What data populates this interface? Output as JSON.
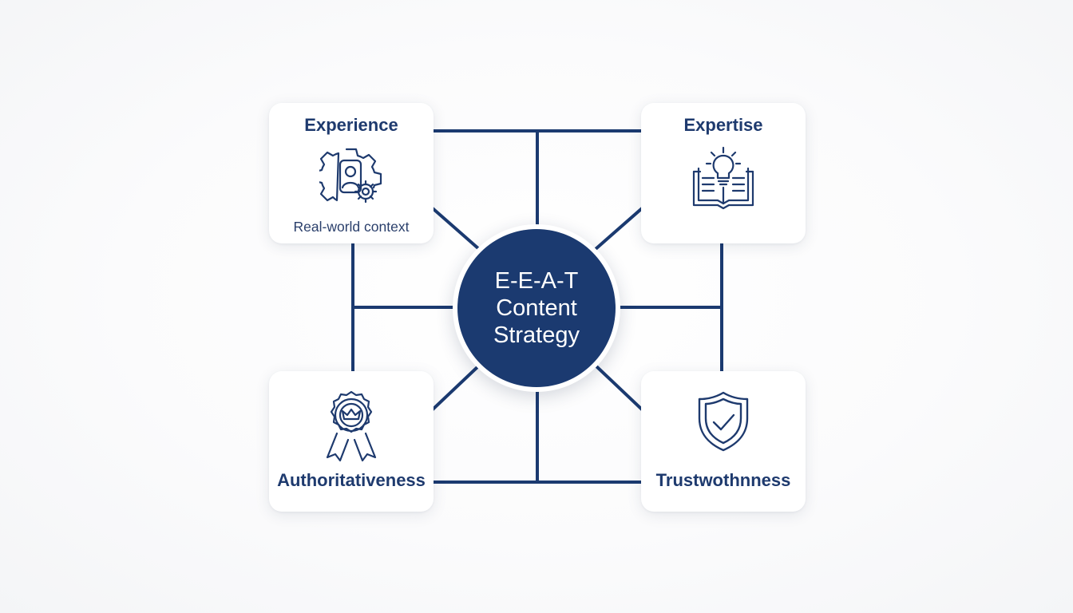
{
  "center": {
    "lines": [
      "E-E-A-T",
      "Content",
      "Strategy"
    ]
  },
  "cards": {
    "experience": {
      "title": "Experience",
      "subtitle": "Real-world context",
      "icon": "person-gear-icon"
    },
    "expertise": {
      "title": "Expertise",
      "icon": "book-lightbulb-icon"
    },
    "authoritativeness": {
      "title": "Authoritativeness",
      "icon": "award-badge-crown-icon"
    },
    "trustworthiness": {
      "title": "Trustwothnness",
      "icon": "shield-check-icon"
    }
  },
  "colors": {
    "navy": "#1b3a70",
    "text": "#1e3a6e",
    "card_bg": "#ffffff"
  }
}
